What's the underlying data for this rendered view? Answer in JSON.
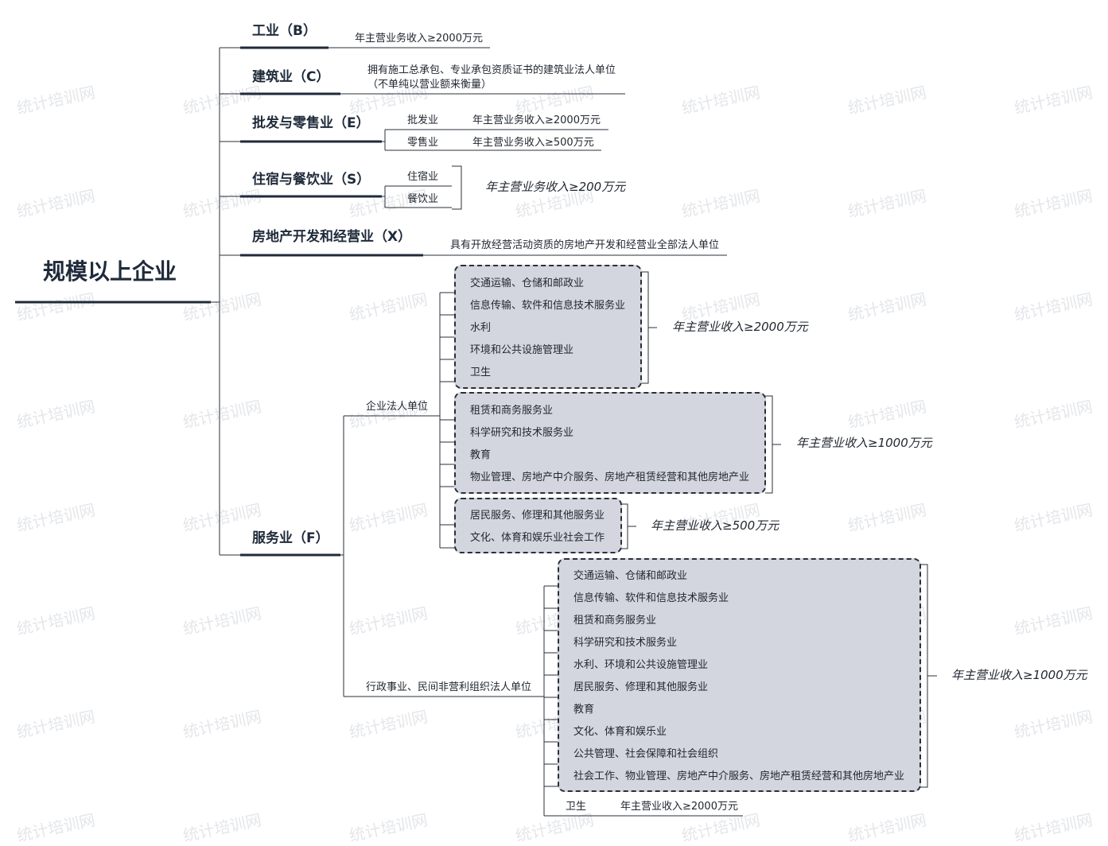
{
  "watermark": "统计培训网",
  "root": "规模以上企业",
  "industry": {
    "label": "工业（B）",
    "criterion": "年主营业务收入≥2000万元"
  },
  "construction": {
    "label": "建筑业（C）",
    "criterion_line1": "拥有施工总承包、专业承包资质证书的建筑业法人单位",
    "criterion_line2": "（不单纯以营业额来衡量）"
  },
  "wholesale_retail": {
    "label": "批发与零售业（E）",
    "items": [
      {
        "name": "批发业",
        "criterion": "年主营业务收入≥2000万元"
      },
      {
        "name": "零售业",
        "criterion": "年主营业务收入≥500万元"
      }
    ]
  },
  "accommodation": {
    "label": "住宿与餐饮业（S）",
    "items": [
      "住宿业",
      "餐饮业"
    ],
    "criterion": "年主营业务收入≥200万元"
  },
  "real_estate": {
    "label": "房地产开发和经营业（X）",
    "criterion": "具有开放经营活动资质的房地产开发和经营业全部法人单位"
  },
  "services": {
    "label": "服务业（F）",
    "enterprise": {
      "label": "企业法人单位",
      "groups": [
        {
          "items": [
            "交通运输、仓储和邮政业",
            "信息传输、软件和信息技术服务业",
            "水利",
            "环境和公共设施管理业",
            "卫生"
          ],
          "criterion": "年主营业收入≥2000万元"
        },
        {
          "items": [
            "租赁和商务服务业",
            "科学研究和技术服务业",
            "教育",
            "物业管理、房地产中介服务、房地产租赁经营和其他房地产业"
          ],
          "criterion": "年主营业收入≥1000万元"
        },
        {
          "items": [
            "居民服务、修理和其他服务业",
            "文化、体育和娱乐业社会工作"
          ],
          "criterion": "年主营业收入≥500万元"
        }
      ]
    },
    "nonprofit": {
      "label": "行政事业、民间非营利组织法人单位",
      "group": {
        "items": [
          "交通运输、仓储和邮政业",
          "信息传输、软件和信息技术服务业",
          "租赁和商务服务业",
          "科学研究和技术服务业",
          "水利、环境和公共设施管理业",
          "居民服务、修理和其他服务业",
          "教育",
          "文化、体育和娱乐业",
          "公共管理、社会保障和社会组织",
          "社会工作、物业管理、房地产中介服务、房地产租赁经营和其他房地产业"
        ],
        "criterion": "年主营业收入≥1000万元"
      },
      "health": {
        "name": "卫生",
        "criterion": "年主营业收入≥2000万元"
      }
    }
  }
}
